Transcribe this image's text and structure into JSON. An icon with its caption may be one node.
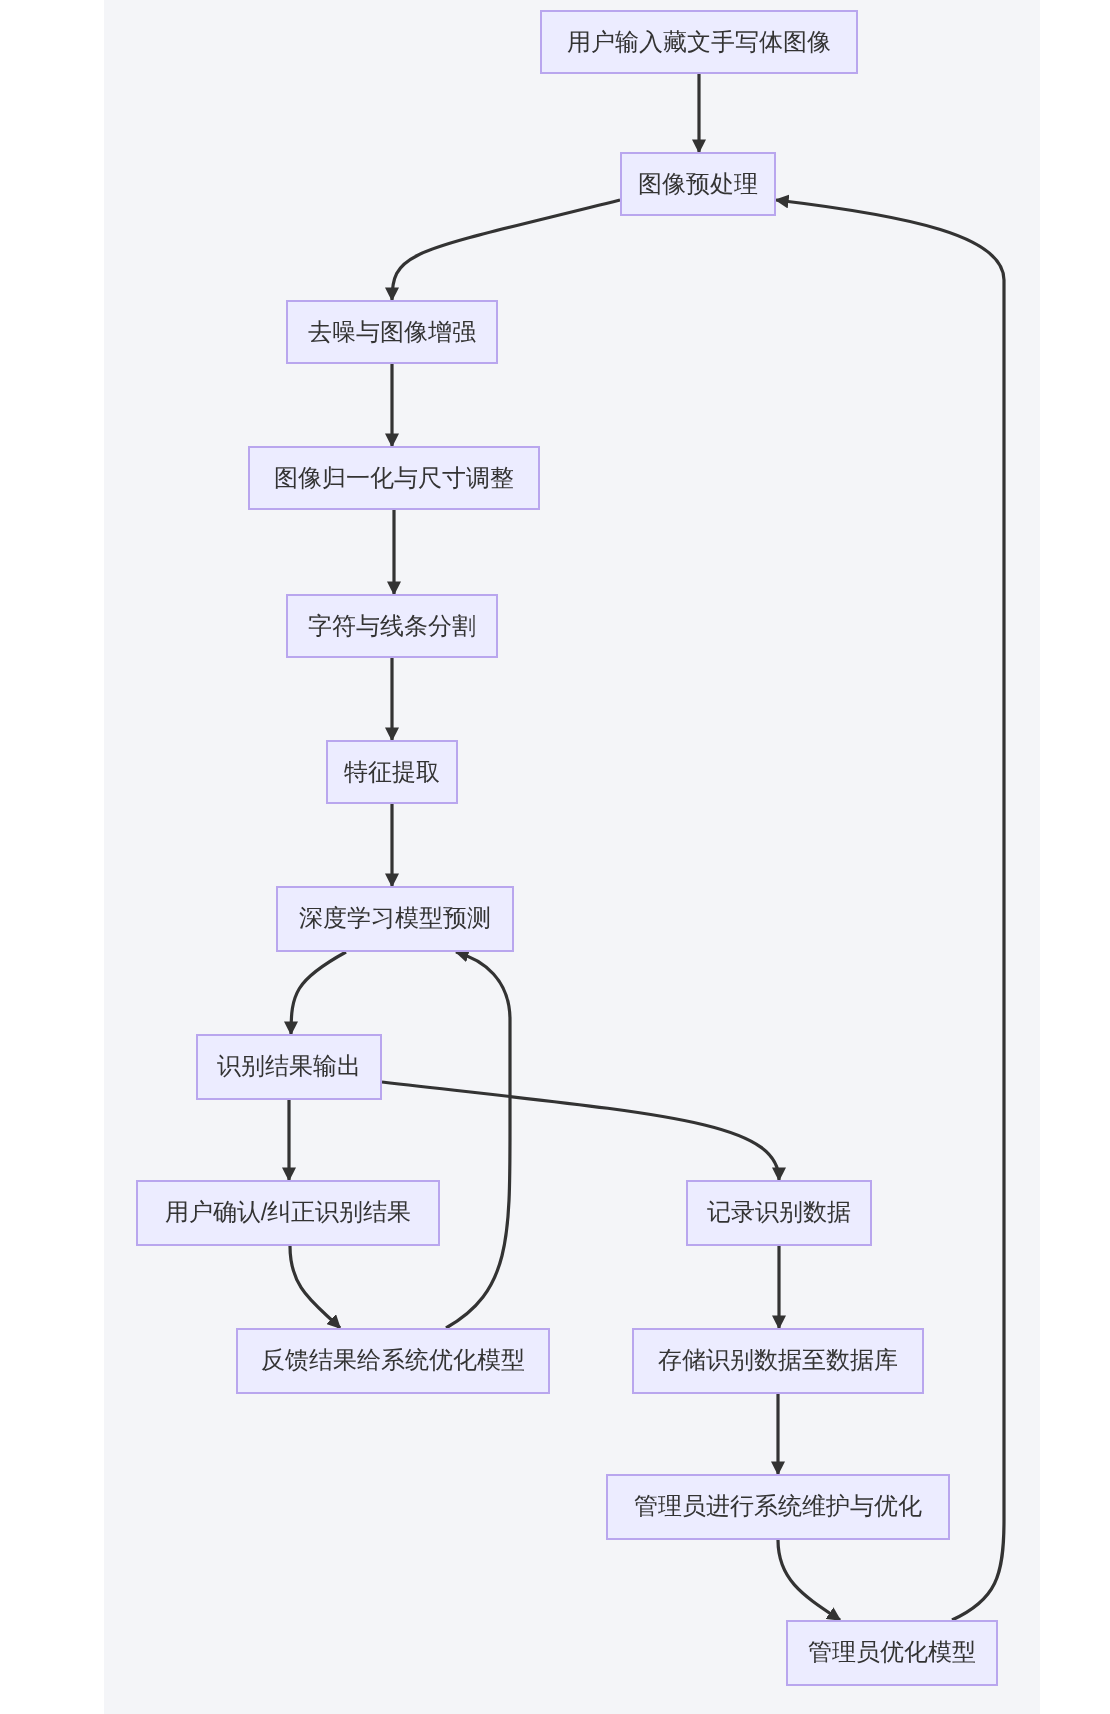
{
  "diagram": {
    "nodes": [
      {
        "text": [
          "用户输入藏文手写体图像"
        ]
      },
      {
        "text": [
          "图像预处理"
        ]
      },
      {
        "text": [
          "去噪与图像增强"
        ]
      },
      {
        "text": [
          "图像归一化与尺寸调整"
        ]
      },
      {
        "text": [
          "字符与线条分割"
        ]
      },
      {
        "text": [
          "特征提取"
        ]
      },
      {
        "text": [
          "深度学习模型预测"
        ]
      },
      {
        "text": [
          "识别结果输出"
        ]
      },
      {
        "text": [
          "用户确认/纠正识别结果"
        ]
      },
      {
        "text": [
          "反馈结果给系统优化模型"
        ]
      },
      {
        "text": [
          "记录识别数据"
        ]
      },
      {
        "text": [
          "存储识别数据至数据库"
        ]
      },
      {
        "text": [
          "管理员进行系统维护与优化"
        ]
      },
      {
        "text": [
          "管理员优化模型"
        ]
      }
    ],
    "edges": [
      {
        "from": 0,
        "to": 1,
        "arrow": "to"
      },
      {
        "from": 1,
        "to": 2,
        "arrow": "to"
      },
      {
        "from": 2,
        "to": 3,
        "arrow": "to"
      },
      {
        "from": 3,
        "to": 4,
        "arrow": "to"
      },
      {
        "from": 4,
        "to": 5,
        "arrow": "to"
      },
      {
        "from": 5,
        "to": 6,
        "arrow": "to"
      },
      {
        "from": 6,
        "to": 7,
        "arrow": "to"
      },
      {
        "from": 7,
        "to": 8,
        "arrow": "to"
      },
      {
        "from": 7,
        "to": 10,
        "arrow": "to"
      },
      {
        "from": 8,
        "to": 9,
        "arrow": "to"
      },
      {
        "from": 9,
        "to": 6,
        "arrow": "to"
      },
      {
        "from": 10,
        "to": 11,
        "arrow": "to"
      },
      {
        "from": 11,
        "to": 12,
        "arrow": "to"
      },
      {
        "from": 12,
        "to": 13,
        "arrow": "to"
      },
      {
        "from": 13,
        "to": 1,
        "arrow": "to"
      }
    ]
  }
}
